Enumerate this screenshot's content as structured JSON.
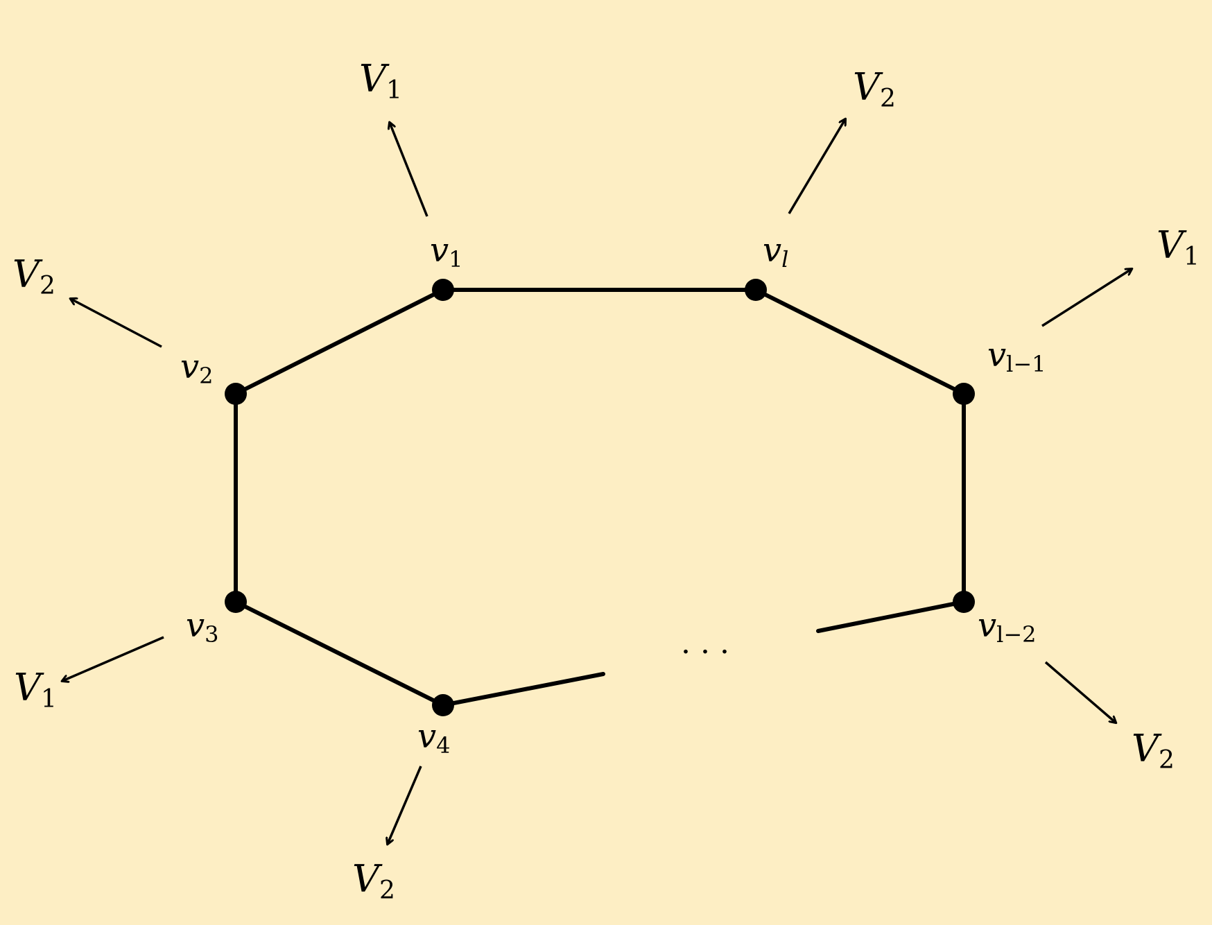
{
  "background": "#fdeec4",
  "ink": "#000000",
  "vertices": [
    {
      "id": "v1",
      "label": "v",
      "sub": "1"
    },
    {
      "id": "vl",
      "label": "v",
      "sub": "l"
    },
    {
      "id": "vl-1",
      "label": "v",
      "sub": "l−1"
    },
    {
      "id": "vl-2",
      "label": "v",
      "sub": "l−2"
    },
    {
      "id": "v2",
      "label": "v",
      "sub": "2"
    },
    {
      "id": "v3",
      "label": "v",
      "sub": "3"
    },
    {
      "id": "v4",
      "label": "v",
      "sub": "4"
    }
  ],
  "arrow_targets": [
    {
      "from": "v1",
      "label": "V",
      "sub": "1"
    },
    {
      "from": "vl",
      "label": "V",
      "sub": "2"
    },
    {
      "from": "vl-1",
      "label": "V",
      "sub": "1"
    },
    {
      "from": "vl-2",
      "label": "V",
      "sub": "2"
    },
    {
      "from": "v2",
      "label": "V",
      "sub": "2"
    },
    {
      "from": "v3",
      "label": "V",
      "sub": "1"
    },
    {
      "from": "v4",
      "label": "V",
      "sub": "2"
    }
  ],
  "ellipsis": ". . ."
}
